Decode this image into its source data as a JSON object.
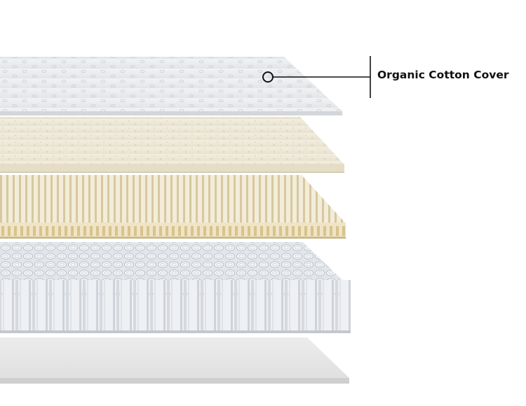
{
  "diagram": {
    "layers": [
      {
        "id": "cover",
        "name": "Organic Cotton Cover",
        "color": "#e9eaec"
      },
      {
        "id": "wool",
        "name": "",
        "color": "#ece6d6"
      },
      {
        "id": "latex",
        "name": "",
        "color": "#e6d9b8"
      },
      {
        "id": "coils",
        "name": "",
        "color": "#dcdfe4"
      },
      {
        "id": "base",
        "name": "",
        "color": "#e3e3e3"
      }
    ],
    "callout": {
      "label": "Organic Cotton Cover"
    },
    "colors": {
      "background": "#ffffff",
      "line": "#111111"
    }
  }
}
